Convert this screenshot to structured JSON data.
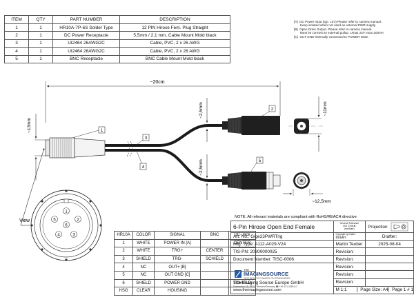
{
  "bom": {
    "headers": [
      "ITEM",
      "QTY",
      "PART NUMBER",
      "DESCRIPTION"
    ],
    "rows": [
      [
        "1",
        "1",
        "HR10A-7P-6S Solder Type",
        "12 PIN Hirose Fem. Plug Straight"
      ],
      [
        "2",
        "1",
        "DC Power Receptacle",
        "5,5mm / 2,1 mm, Cable Mount Mold black"
      ],
      [
        "3",
        "1",
        "UI2464 26AWG2C",
        "Cable, PVC, 2 x 26 AWG"
      ],
      [
        "4",
        "1",
        "UI2464 26AWG2C",
        "Cable, PVC, 2 x 26 AWG"
      ],
      [
        "5",
        "1",
        "BNC Receptacle",
        "BNC Cable Mount Mold black"
      ]
    ]
  },
  "notes": [
    "[A]  DC Power Input (typ. 12V) Please refer to camera manual.",
    "       Keep isolated when not used as external PWR supply.",
    "[B]  Open Drain Output. Please refer to camera manual.",
    "       Must be connect to external pullup. Umax 24V Imax 200mA",
    "[C]  OUT GND internally connected to POWER GND."
  ],
  "dimensions": {
    "overall": "~20cm",
    "left": "~13mm",
    "cable_top": "~2,5mm",
    "cable_bottom": "~2,5mm",
    "dc_diameter": "~11mm",
    "bnc_diameter": "~12,5mm"
  },
  "callouts": [
    "1",
    "2",
    "3",
    "4",
    "5"
  ],
  "view_label": "View",
  "connector_pins": [
    "1",
    "2",
    "3",
    "4",
    "5",
    "6"
  ],
  "pinout": {
    "headers": [
      "HR10A",
      "COLOR",
      "SIGNAL",
      "BNC",
      "DC-Jack"
    ],
    "rows": [
      [
        "1",
        "WHITE",
        "POWER IN [A]",
        "",
        "CENTER"
      ],
      [
        "2",
        "WHITE",
        "TRG+",
        "CENTER",
        ""
      ],
      [
        "3",
        "SHIELD",
        "TRG-",
        "SCHIELD",
        ""
      ],
      [
        "4",
        "NC",
        "OUT+ [B]",
        "",
        ""
      ],
      [
        "5",
        "NC",
        "OUT GND [C]",
        "",
        ""
      ],
      [
        "6",
        "SHIELD",
        "POWER GND",
        "",
        "SCHIELD"
      ],
      [
        "HSG",
        "CLEAR",
        "HOUSING",
        "",
        ""
      ]
    ]
  },
  "rohs_note": "NOTE: All relevant materials are compliant with RoHS/REACH directive",
  "title_block": {
    "title": "6-Pin Hirose Open End Female",
    "cert_lines": [
      "General Tolerance",
      "ISO 2768-₦",
      "(medium)"
    ],
    "projection": "Projection",
    "art_no": "Art. No.: Gige23PWRTrig",
    "drawn": "Drawn:",
    "drafter": "Drafter:",
    "mfg_type": "Mfg. Type: A112-A029-V24",
    "drawer_name": "Martin Teuber",
    "date": "2025-08-04",
    "tis_pn": "TIS-PN: 20800000025",
    "revision": "Revision:",
    "doc_number": "Document Number: TISC-0006",
    "company_name": "The Imaging Source Europe GmbH",
    "company_addr": "Überseetor 18, 28217 Bremen/Germany  ☎ +49 421 33591-0",
    "website": "www.theimagingsource.com",
    "logo_the": "THE",
    "logo_main": "IMAGINGSOURCE",
    "logo_sub": "TECHNOLOGY BASED ON STANDARDS",
    "copyright": "Copyright by Drafter",
    "scale": "M 1:1",
    "page_size": "Page Size: A4",
    "page": "Page  1 # 1"
  },
  "colors": {
    "line": "#444444",
    "cable": "#1a1a1a",
    "frame": "#555555"
  }
}
